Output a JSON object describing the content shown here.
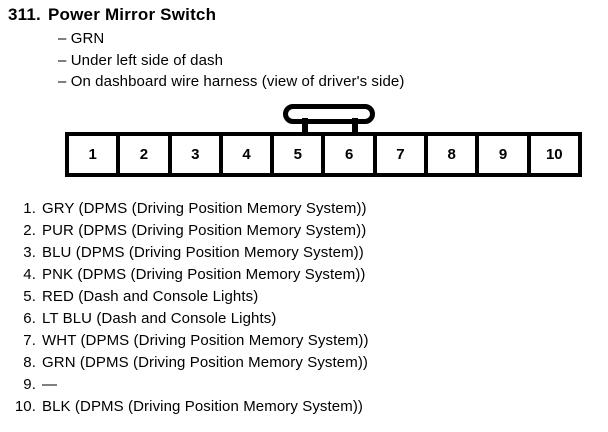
{
  "colors": {
    "ink": "#000000",
    "paper": "#ffffff"
  },
  "header": {
    "number": "311.",
    "title": "Power Mirror Switch"
  },
  "bullets": [
    "– GRN",
    "– Under left side of dash",
    "– On dashboard wire harness (view of driver's side)"
  ],
  "connector": {
    "pins": [
      "1",
      "2",
      "3",
      "4",
      "5",
      "6",
      "7",
      "8",
      "9",
      "10"
    ]
  },
  "pin_list": [
    {
      "num": "1.",
      "desc": "GRY (DPMS (Driving Position Memory System))"
    },
    {
      "num": "2.",
      "desc": "PUR (DPMS (Driving Position Memory System))"
    },
    {
      "num": "3.",
      "desc": "BLU (DPMS (Driving Position Memory System))"
    },
    {
      "num": "4.",
      "desc": "PNK (DPMS (Driving Position Memory System))"
    },
    {
      "num": "5.",
      "desc": "RED (Dash and Console Lights)"
    },
    {
      "num": "6.",
      "desc": "LT BLU (Dash and Console Lights)"
    },
    {
      "num": "7.",
      "desc": "WHT (DPMS (Driving Position Memory System))"
    },
    {
      "num": "8.",
      "desc": "GRN (DPMS (Driving Position Memory System))"
    },
    {
      "num": "9.",
      "desc": "—"
    },
    {
      "num": "10.",
      "desc": "BLK (DPMS (Driving Position Memory System))"
    }
  ]
}
